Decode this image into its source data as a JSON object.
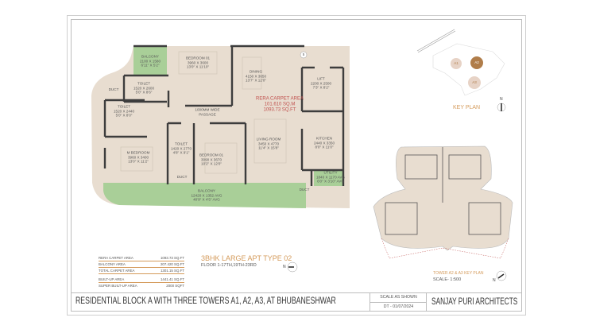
{
  "floor_plan": {
    "rooms": [
      {
        "id": "balcony-top",
        "name": "BALCONY",
        "dims_mm": "2100 X 1580",
        "dims_ft": "6'11\" X 5'2\""
      },
      {
        "id": "bedroom-top",
        "name": "BEDROOM 01",
        "dims_mm": "3960 X 3600",
        "dims_ft": "13'0\" X 11'10\""
      },
      {
        "id": "dining",
        "name": "DINING",
        "dims_mm": "4150 X 3650",
        "dims_ft": "13'7\" X 12'0\""
      },
      {
        "id": "lift",
        "name": "LIFT",
        "dims_mm": "2200 X 2500",
        "dims_ft": "7'3\" X 8'2\""
      },
      {
        "id": "toilet-1",
        "name": "TOILET",
        "dims_mm": "1520 X 2600",
        "dims_ft": "5'0\" X 8'6\""
      },
      {
        "id": "toilet-2",
        "name": "TOILET",
        "dims_mm": "1520 X 2440",
        "dims_ft": "5'0\" X 8'0\""
      },
      {
        "id": "m-bedroom",
        "name": "M BEDROOM",
        "dims_mm": "3960 X 3400",
        "dims_ft": "13'0\" X 11'2\""
      },
      {
        "id": "toilet-3",
        "name": "TOILET",
        "dims_mm": "1420 X 2770",
        "dims_ft": "4'8\" X 9'1\""
      },
      {
        "id": "bedroom-bottom",
        "name": "BEDROOM 01",
        "dims_mm": "3090 X 3670",
        "dims_ft": "10'2\" X 12'0\""
      },
      {
        "id": "living",
        "name": "LIVING ROOM",
        "dims_mm": "3450 X 4770",
        "dims_ft": "11'4\" X 15'8\""
      },
      {
        "id": "kitchen",
        "name": "KITCHEN",
        "dims_mm": "2440 X 3350",
        "dims_ft": "8'0\" X 11'0\""
      },
      {
        "id": "utility",
        "name": "UTILITY",
        "dims_mm": "1840 X 1170 AVG",
        "dims_ft": "6'0\" X 3'10\" AVG"
      },
      {
        "id": "balcony-bottom",
        "name": "BALCONY",
        "dims_mm": "12420 X 1352 AVG",
        "dims_ft": "40'9\" X 4'5\" AVG"
      }
    ],
    "passage": {
      "line1": "1000MM WIDE",
      "line2": "PASSAGE"
    },
    "ducts": [
      "DUCT",
      "DUCT",
      "DUCT"
    ],
    "marker": "5",
    "rera": {
      "label": "RERA CARPET AREA",
      "sqm": "101.610 SQ.M",
      "sqft": "1093.73 SQ.FT"
    }
  },
  "areas": [
    {
      "label": "RERA CARPET AREA",
      "value": "1093.73 SQ.FT"
    },
    {
      "label": "BALCONY AREA",
      "value": "207.420 SQ.FT"
    },
    {
      "label": "TOTAL CARPET AREA",
      "value": "1301.15 SQ.FT"
    },
    {
      "label": "BUILT-UP AREA",
      "value": "1441.41 SQ.FT"
    },
    {
      "label": "SUPER BUILT-UP AREA",
      "value": "2000 SQFT"
    }
  ],
  "apartment": {
    "title": "3BHK LARGE APT TYPE 02",
    "floors": "FLOOR 1-17TH,19TH-23RD"
  },
  "key_plan": {
    "title": "KEY PLAN",
    "towers": [
      "A1",
      "A2",
      "A3"
    ],
    "highlighted": "A2",
    "north": "N"
  },
  "tower_plan": {
    "title": "TOWER A2 & A3 KEY PLAN",
    "scale": "SCALE- 1:500",
    "north": "N"
  },
  "plan_north": "N",
  "title_block": {
    "project": "RESIDENTIAL BLOCK A WITH THREE TOWERS A1, A2, A3, AT BHUBANESHWAR",
    "scale": "SCALE AS SHOWN",
    "date": "DT - 01/07/2024",
    "firm": "SANJAY PURI ARCHITECTS"
  },
  "colors": {
    "floor": "#e8ddd0",
    "balcony": "#a9cf98",
    "wall": "#3d3d3d",
    "accent": "#d49a5a",
    "rera": "#c0504d",
    "tower_highlight": "#b07d4a",
    "tower": "#e7d3c6"
  }
}
